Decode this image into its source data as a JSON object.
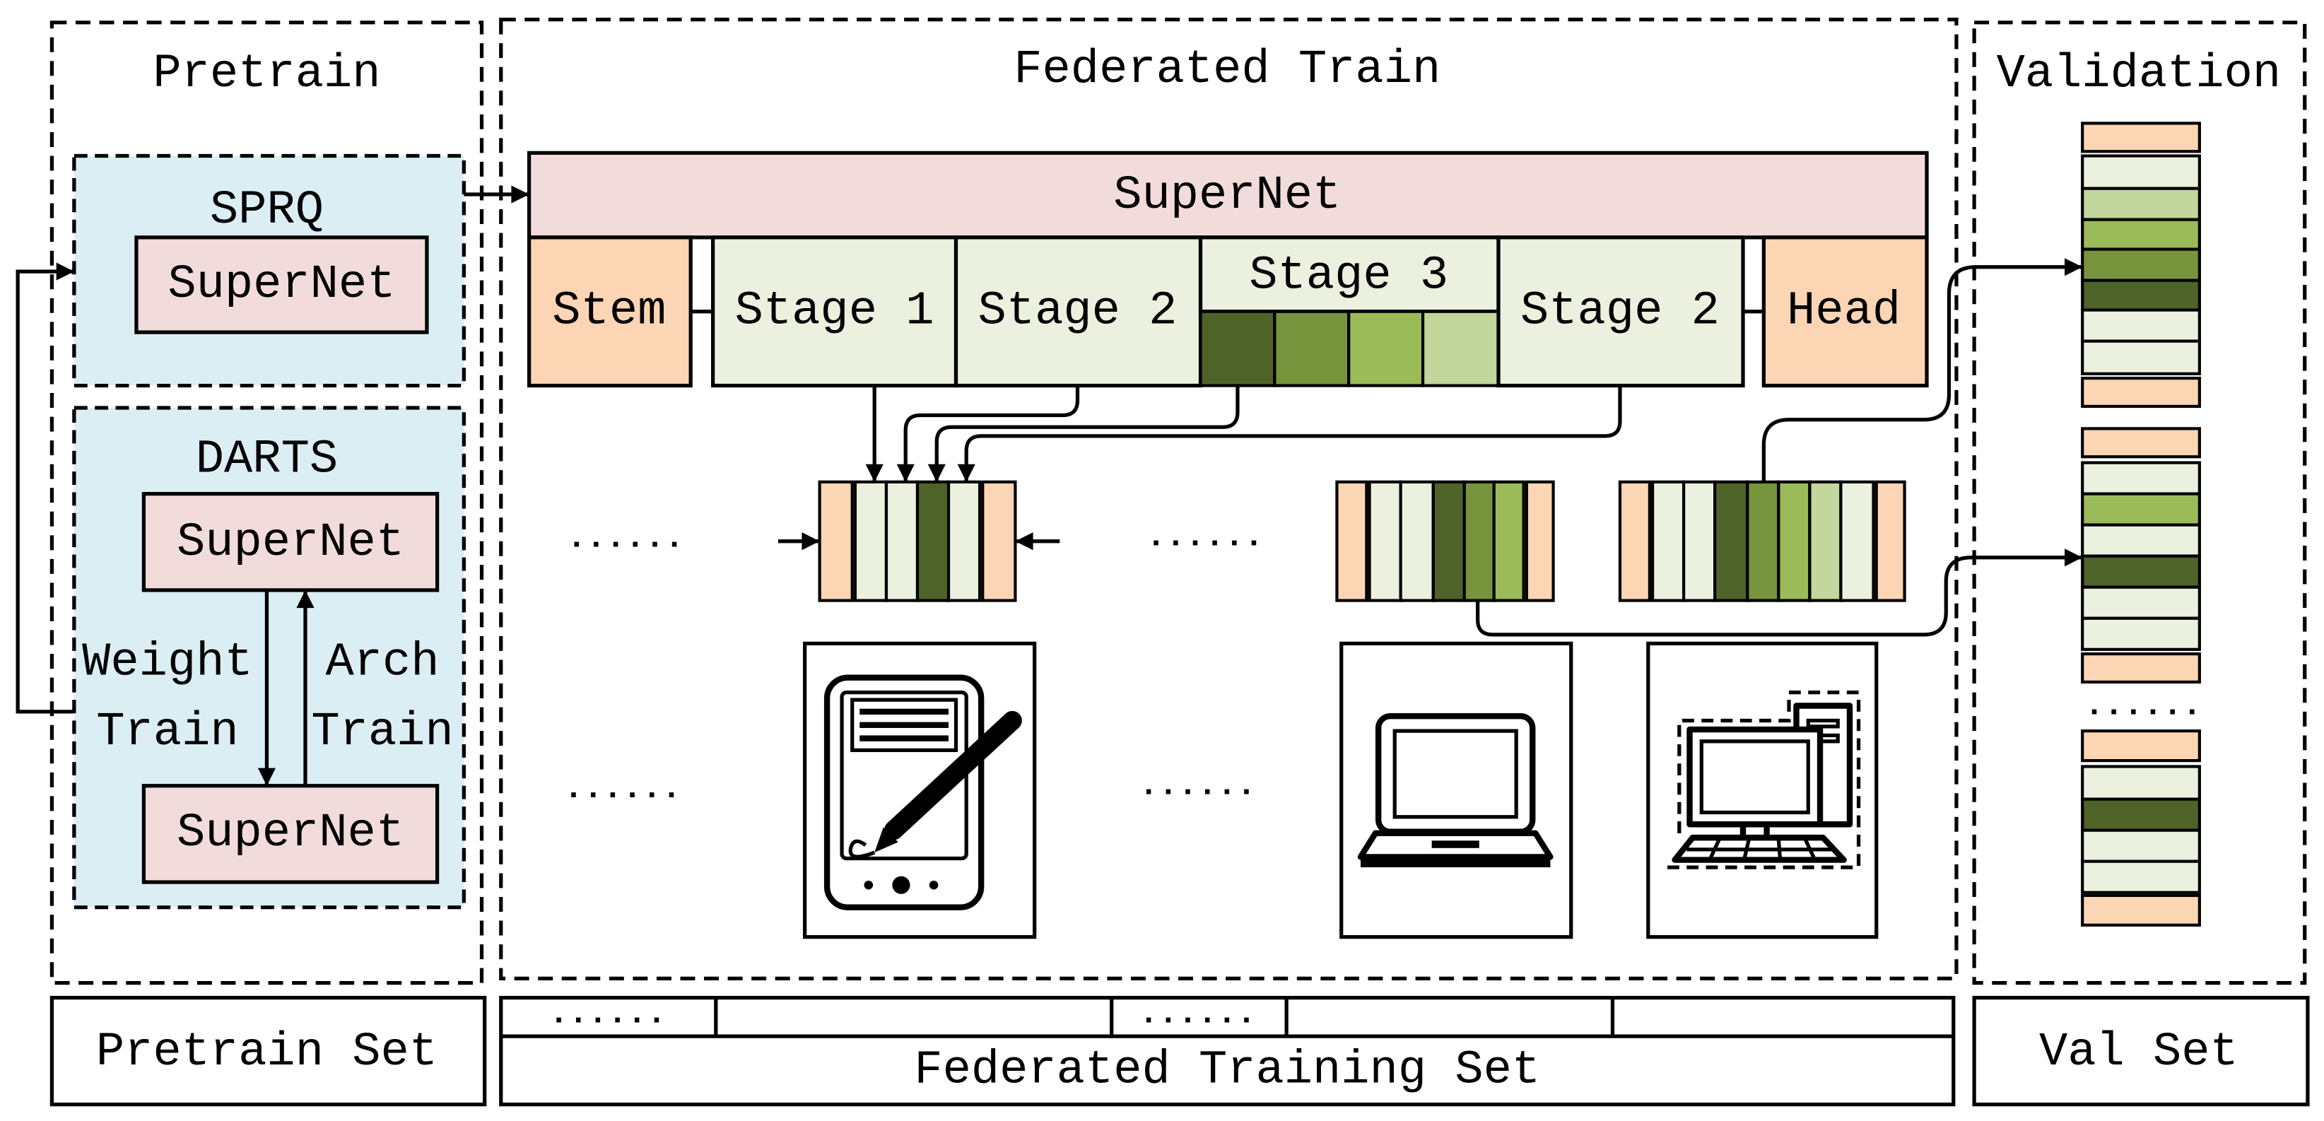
{
  "panels": {
    "pretrain_title": "Pretrain",
    "federated_title": "Federated Train",
    "validation_title": "Validation"
  },
  "pretrain": {
    "sprq": {
      "title": "SPRQ",
      "supernet": "SuperNet"
    },
    "darts": {
      "title": "DARTS",
      "supernet_top": "SuperNet",
      "supernet_bottom": "SuperNet",
      "weight_train": [
        "Weight",
        "Train"
      ],
      "arch_train": [
        "Arch",
        "Train"
      ]
    }
  },
  "federated": {
    "supernet": "SuperNet",
    "blocks": [
      "Stem",
      "Stage 1",
      "Stage 2",
      "Stage 3",
      "Stage 2",
      "Head"
    ],
    "ellipsis": "......",
    "devices": [
      "tablet-icon",
      "laptop-icon",
      "desktop-icon"
    ]
  },
  "validation": {
    "ellipsis": "......"
  },
  "datasets": {
    "pretrain": "Pretrain Set",
    "federated": "Federated Training Set",
    "federated_ellipsis": "......",
    "val": "Val Set"
  },
  "colors": {
    "supernet": "#f2dcdb",
    "search_box": "#dbeef4",
    "stem_head": "#fcd5b4",
    "stage": "#ebf1de",
    "op_1": "#c3d69b",
    "op_2": "#9bbb59",
    "op_3": "#77933c",
    "op_4": "#4f6228"
  }
}
